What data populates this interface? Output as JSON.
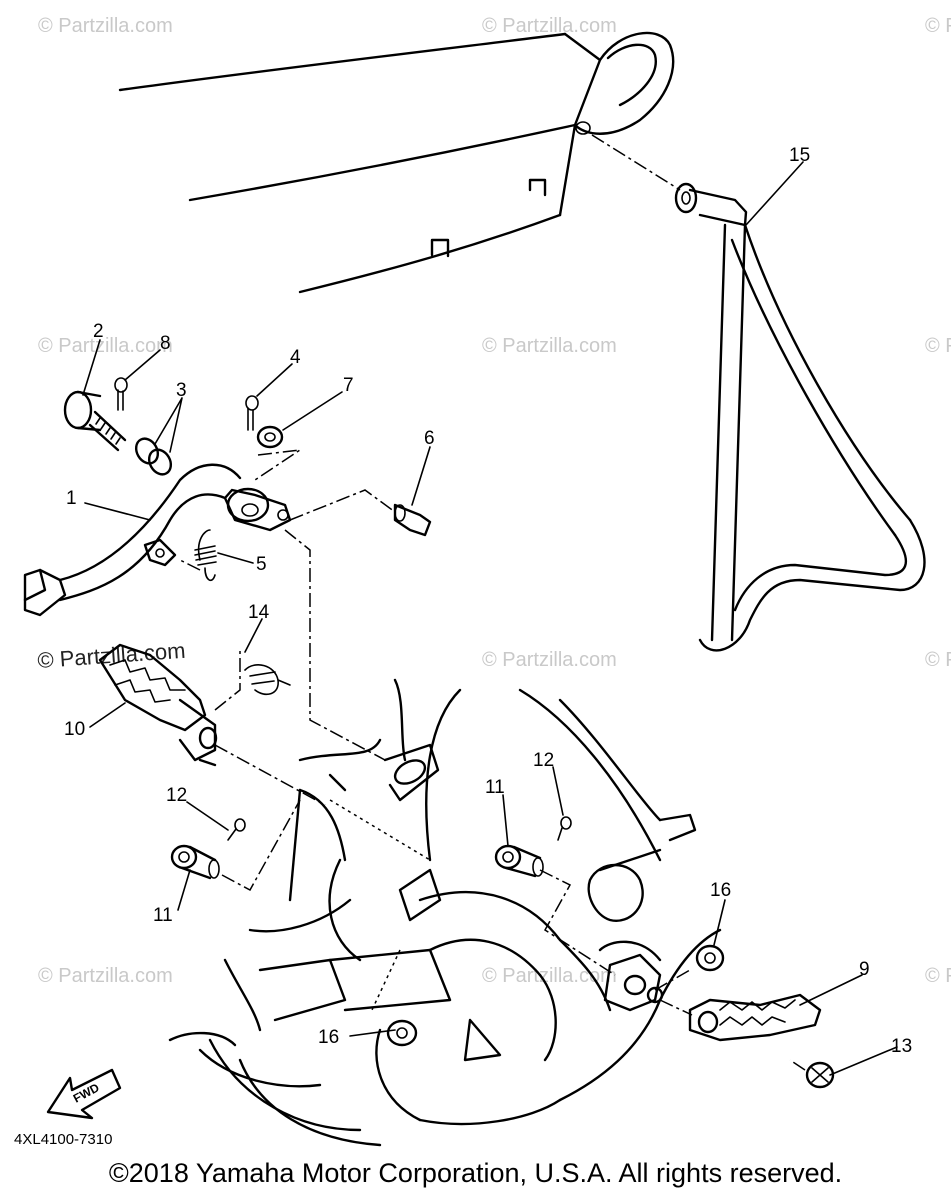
{
  "watermark": "© Partzilla.com",
  "watermark_featured": "© Partzilla.com",
  "drawing_code": "4XL4100-7310",
  "fwd_label": "FWD",
  "copyright": "©2018 Yamaha Motor Corporation, U.S.A. All rights reserved.",
  "callouts": {
    "c1": "1",
    "c2": "2",
    "c3": "3",
    "c4": "4",
    "c5": "5",
    "c6": "6",
    "c7": "7",
    "c8": "8",
    "c9": "9",
    "c10": "10",
    "c11a": "11",
    "c11b": "11",
    "c12a": "12",
    "c12b": "12",
    "c13": "13",
    "c14": "14",
    "c15": "15",
    "c16a": "16",
    "c16b": "16"
  }
}
